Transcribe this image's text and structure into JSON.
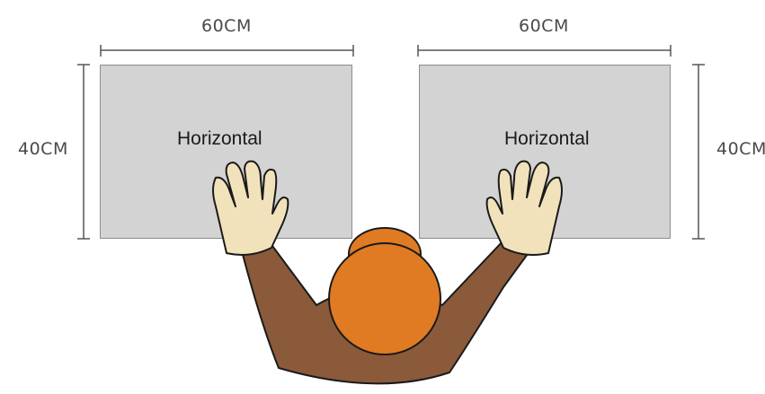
{
  "diagram": {
    "panels": [
      {
        "label": "Horizontal",
        "width_label": "60CM",
        "height_label": "40CM"
      },
      {
        "label": "Horizontal",
        "width_label": "60CM",
        "height_label": "40CM"
      }
    ],
    "colors": {
      "panel_fill": "#d3d3d3",
      "panel_border": "#8c8c8c",
      "dimension_line": "#555555",
      "head": "#e07b24",
      "head_outline": "#1a1a1a",
      "body": "#8b5a3a",
      "hands": "#f2e2bb"
    }
  }
}
